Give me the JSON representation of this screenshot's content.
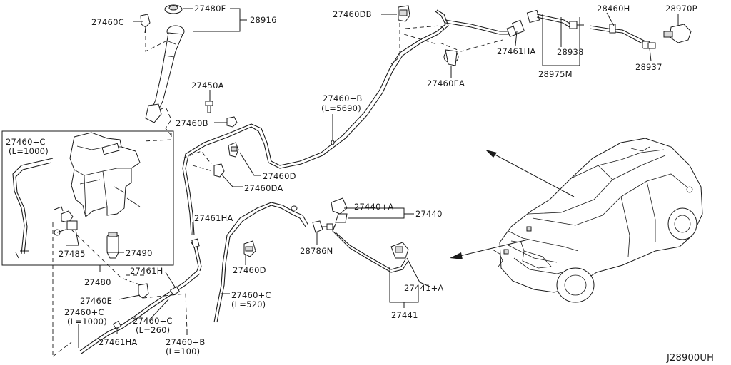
{
  "diagram_id": "J28900UH",
  "labels": {
    "l27460C": "27460C",
    "l27480F": "27480F",
    "l28916": "28916",
    "l27450A": "27450A",
    "l27460B": "27460B",
    "l27460C_L1000_a": "27460+C",
    "l27460C_L1000_b": "(L=1000)",
    "l27485": "27485",
    "l27490": "27490",
    "l27480": "27480",
    "l27461H": "27461H",
    "l27460E": "27460E",
    "l27460C_2_a": "27460+C",
    "l27460C_2_b": "(L=1000)",
    "l27460C_260_a": "27460+C",
    "l27460C_260_b": "(L=260)",
    "l27461HA_low": "27461HA",
    "l27460B_100_a": "27460+B",
    "l27460B_100_b": "(L=100)",
    "l27461HA_mid": "27461HA",
    "l27460D_low": "27460D",
    "l27460C_520_a": "27460+C",
    "l27460C_520_b": "(L=520)",
    "l27460D": "27460D",
    "l27460DA": "27460DA",
    "l27460B_5690_a": "27460+B",
    "l27460B_5690_b": "(L=5690)",
    "l27460DB": "27460DB",
    "l27460EA": "27460EA",
    "l27461HA_top": "27461HA",
    "l28938": "28938",
    "l28975M": "28975M",
    "l28460H": "28460H",
    "l28970P": "28970P",
    "l28937": "28937",
    "l27440A": "27440+A",
    "l27440": "27440",
    "l28786N": "28786N",
    "l27441A": "27441+A",
    "l27441": "27441"
  }
}
